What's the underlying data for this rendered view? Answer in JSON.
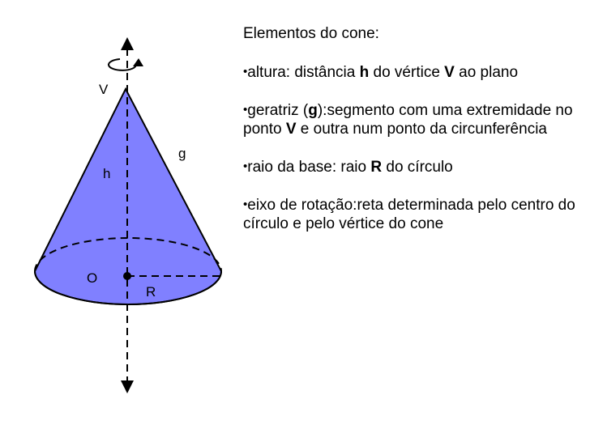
{
  "diagram": {
    "labels": {
      "vertex": "V",
      "height": "h",
      "generatrix": "g",
      "center": "O",
      "radius": "R"
    },
    "colors": {
      "cone_fill": "#8080FF",
      "stroke": "#000000"
    },
    "icons": [
      "rotation-arrow-icon",
      "axis-arrow-up-icon",
      "axis-arrow-down-icon"
    ]
  },
  "text": {
    "heading": "Elementos do cone:",
    "bullets": [
      {
        "marker": "•",
        "parts": [
          "altura: distância ",
          "h",
          " do vértice ",
          "V",
          " ao plano"
        ]
      },
      {
        "marker": "•",
        "parts": [
          "geratriz (",
          "g",
          "):segmento com uma extremidade no ponto ",
          "V",
          " e outra num ponto da circunferência"
        ]
      },
      {
        "marker": "•",
        "parts": [
          "raio da base: raio ",
          "R",
          " do círculo"
        ]
      },
      {
        "marker": "•",
        "parts": [
          "eixo de rotação:reta  determinada pelo centro do círculo e pelo vértice do cone"
        ]
      }
    ]
  }
}
